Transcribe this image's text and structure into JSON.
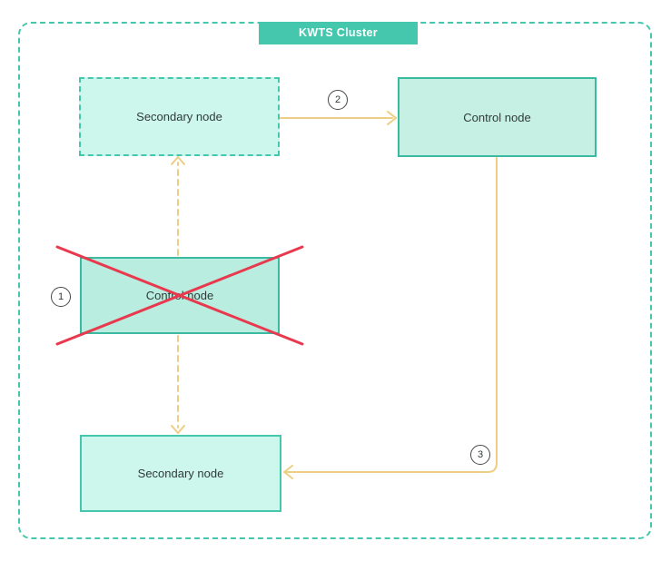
{
  "diagram": {
    "title": "KWTS Cluster",
    "nodes": [
      {
        "id": "secondary-top",
        "label": "Secondary node",
        "border_style": "dashed"
      },
      {
        "id": "control-active",
        "label": "Control node",
        "border_style": "solid"
      },
      {
        "id": "control-failed",
        "label": "Control node",
        "border_style": "solid-crossed-out"
      },
      {
        "id": "secondary-bottom",
        "label": "Secondary node",
        "border_style": "solid"
      }
    ],
    "badges": [
      {
        "number": "1",
        "meaning": "failed-control-node"
      },
      {
        "number": "2",
        "meaning": "secondary-promoted-to-control"
      },
      {
        "number": "3",
        "meaning": "control-connects-to-secondary"
      }
    ],
    "colors": {
      "accent": "#45c7ae",
      "accent-dark": "#3cb9a1",
      "fill-light": "#cdf6ed",
      "fill-mid": "#c7f0e5",
      "fill-failed": "#b9eddf",
      "arrow-gold": "#eecd84",
      "cross-red": "#e8394e",
      "text-dark": "#303b39",
      "title-text": "#ffffff",
      "badge-border": "#474747",
      "background": "#ffffff"
    }
  }
}
